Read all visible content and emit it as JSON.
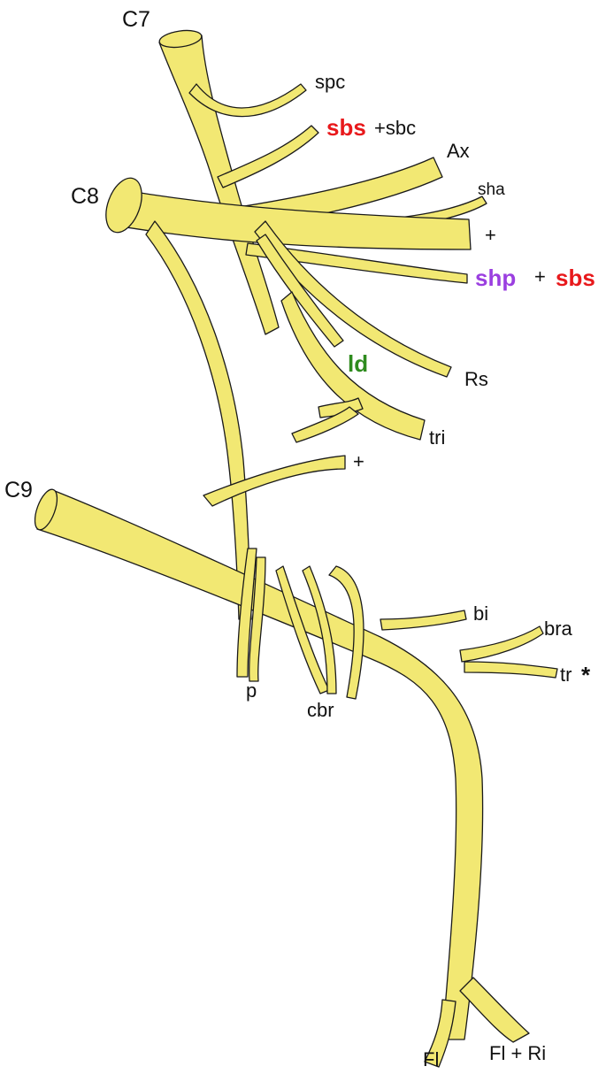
{
  "colors": {
    "nerve_fill": "#F2E873",
    "nerve_stroke": "#1a1a1a",
    "sbs": "#E8191C",
    "shp": "#9B3FE0",
    "ld": "#2E8B1E",
    "text": "#111111"
  },
  "labels": {
    "c7": "C7",
    "c8": "C8",
    "c9": "C9",
    "spc": "spc",
    "sbs_top": "sbs",
    "sbc": "+sbc",
    "ax": "Ax",
    "sha": "sha",
    "plus_sha": "+",
    "shp": "shp",
    "plus_shp": "+",
    "sbs_mid": "sbs",
    "ld": "ld",
    "rs": "Rs",
    "tri": "tri",
    "plus_mid": "+",
    "bi": "bi",
    "bra": "bra",
    "tr": "tr",
    "asterisk": "*",
    "p": "p",
    "cbr": "cbr",
    "fl_ri": "Fl + Ri",
    "fl": "Fl"
  }
}
